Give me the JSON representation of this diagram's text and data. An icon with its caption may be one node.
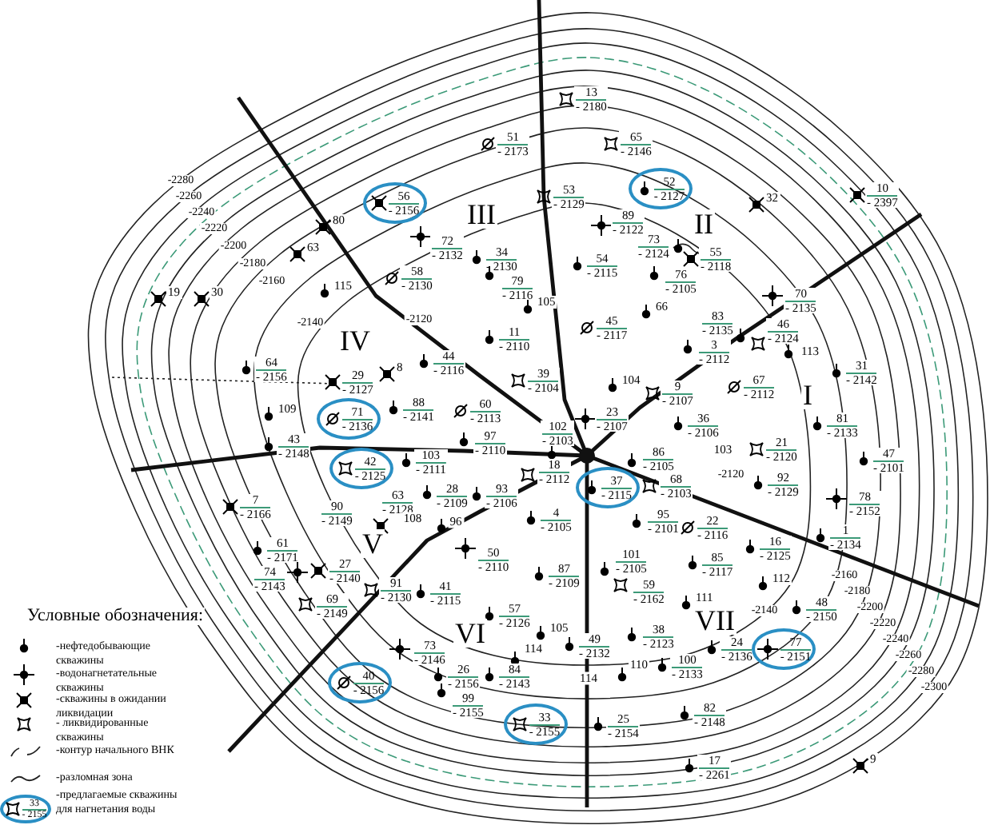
{
  "diagram": {
    "nodes": [
      {
        "text": [
          "52",
          "- 2127"
        ]
      },
      {
        "text": [
          "56",
          "- 2156"
        ]
      },
      {
        "text": [
          "71",
          "- 2136"
        ]
      },
      {
        "text": [
          "42",
          "- 2125"
        ]
      },
      {
        "text": [
          "37",
          "- 2115"
        ]
      },
      {
        "text": [
          "77",
          "- 2151"
        ]
      },
      {
        "text": [
          "40",
          "- 2156"
        ]
      },
      {
        "text": [
          "33",
          "- 2155"
        ]
      },
      {
        "text": [
          "33",
          "- 2155"
        ]
      }
    ],
    "labels": [
      "13",
      "- 2180",
      "51",
      "- 2173",
      "65",
      "- 2146",
      "-2280",
      "10",
      "- 2397",
      "53",
      "- 2129",
      "-2260",
      "32",
      "-2240",
      "III",
      "II",
      "89",
      "- 2122",
      "80",
      "-2220",
      "72",
      "- 2132",
      "73",
      "- 2124",
      "-2200",
      "63",
      "55",
      "- 2118",
      "34",
      "- 2130",
      "54",
      "- 2115",
      "-2180",
      "58",
      "- 2130",
      "79",
      "- 2116",
      "76",
      "- 2105",
      "-2160",
      "115",
      "70",
      "- 2135",
      "19",
      "30",
      "105",
      "66",
      "-2120",
      "-2140",
      "83",
      "- 2135",
      "45",
      "- 2117",
      "11",
      "- 2110",
      "IV",
      "46",
      "- 2124",
      "3",
      "- 2112",
      "113",
      "44",
      "- 2116",
      "64",
      "- 2156",
      "8",
      "31",
      "- 2142",
      "39",
      "- 2104",
      "29",
      "- 2127",
      "104",
      "67",
      "- 2112",
      "9",
      "- 2107",
      "I",
      "88",
      "- 2141",
      "60",
      "- 2113",
      "109",
      "23",
      "- 2107",
      "36",
      "- 2106",
      "81",
      "- 2133",
      "97",
      "- 2110",
      "43",
      "- 2148",
      "102",
      "- 2103",
      "21",
      "- 2120",
      "103",
      "86",
      "- 2105",
      "47",
      "- 2101",
      "103",
      "- 2111",
      "-2120",
      "18",
      "- 2112",
      "92",
      "- 2129",
      "68",
      "- 2103",
      "63",
      "- 2128",
      "28",
      "- 2109",
      "93",
      "- 2106",
      "78",
      "- 2152",
      "7",
      "- 2166",
      "90",
      "- 2149",
      "95",
      "- 2101",
      "4",
      "- 2105",
      "108",
      "96",
      "22",
      "- 2116",
      "1",
      "- 2134",
      "V",
      "50",
      "- 2110",
      "16",
      "- 2125",
      "61",
      "- 2171",
      "85",
      "- 2117",
      "101",
      "- 2105",
      "27",
      "- 2140",
      "87",
      "- 2109",
      "74",
      "- 2143",
      "-2160",
      "59",
      "- 2162",
      "112",
      "91",
      "- 2130",
      "41",
      "- 2115",
      "-2180",
      "69",
      "- 2149",
      "111",
      "-2140",
      "-2200",
      "48",
      "- 2150",
      "57",
      "- 2126",
      "-2220",
      "VII",
      "VI",
      "38",
      "- 2123",
      "105",
      "-2240",
      "73",
      "- 2146",
      "49",
      "- 2132",
      "114",
      "24",
      "- 2136",
      "-2260",
      "100",
      "- 2133",
      "110",
      "-2280",
      "26",
      "- 2156",
      "84",
      "- 2143",
      "114",
      "-2300",
      "99",
      "- 2155",
      "82",
      "- 2148",
      "25",
      "- 2154",
      "17",
      "- 2261",
      "9",
      "Условные обозначения:"
    ],
    "legend": [
      {
        "text": "-нефтедобывающие скважины"
      },
      {
        "text": "-водонагнетательные скважины"
      },
      {
        "text": "-скважины в ожидании ликвидации"
      },
      {
        "text": "- ликвидированные скважины"
      },
      {
        "text": "-контур начального ВНК"
      },
      {
        "text": "-разломная зона"
      },
      {
        "text": "-предлагаемые скважины для нагнетания воды"
      }
    ]
  }
}
